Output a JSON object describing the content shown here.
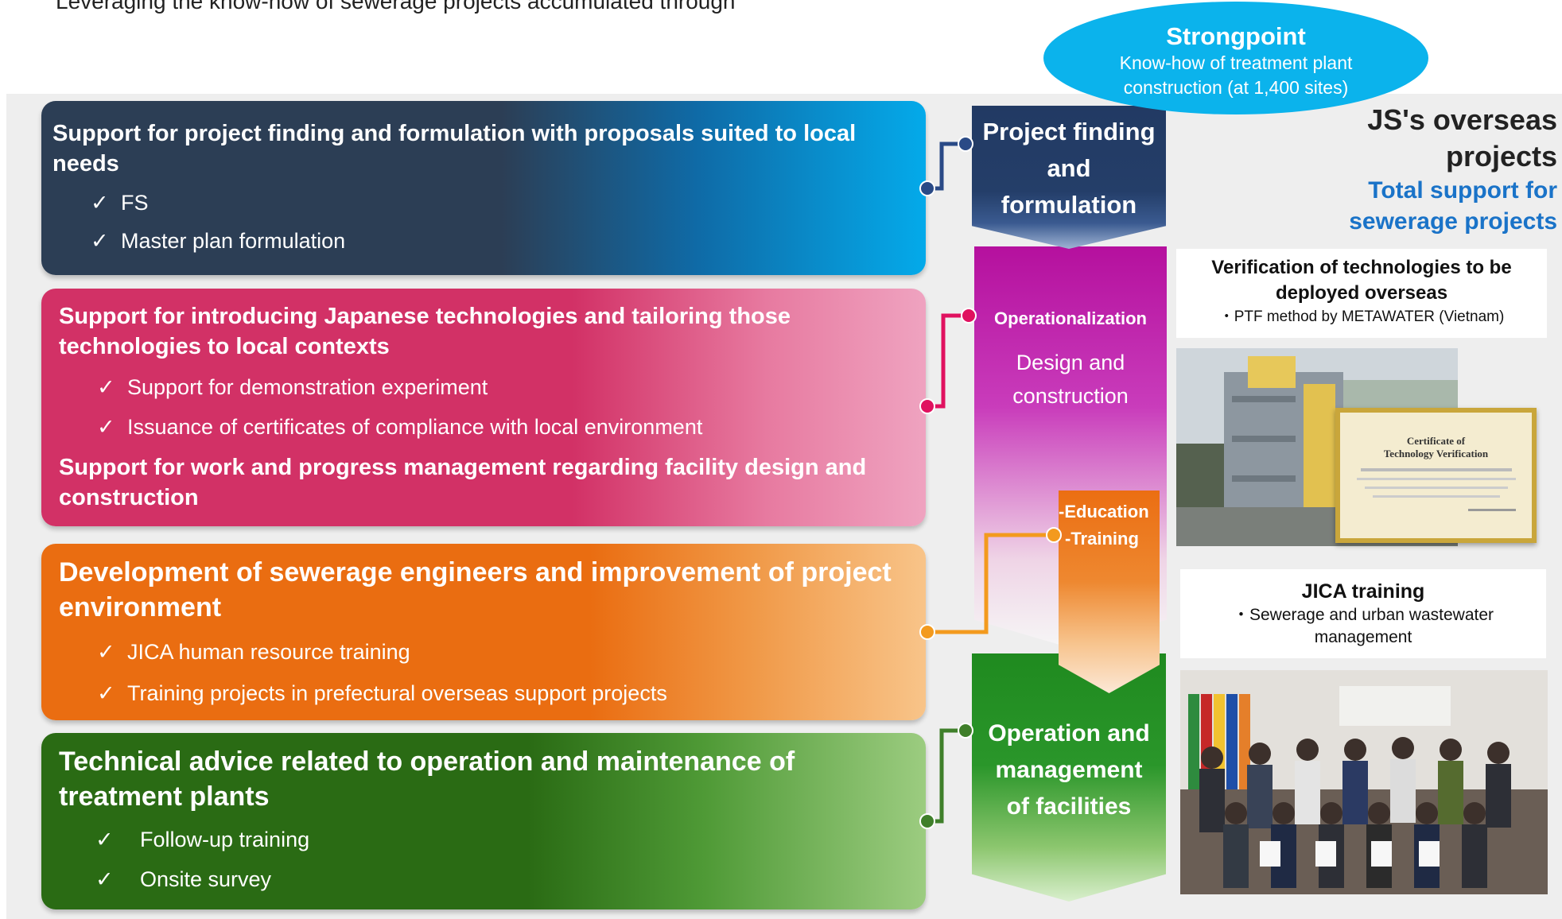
{
  "header": {
    "partial_text": "Leveraging the know-how of sewerage projects accumulated through"
  },
  "strongpoint": {
    "title": "Strongpoint",
    "line1": "Know-how of treatment plant",
    "line2": "construction (at 1,400 sites)"
  },
  "js_overseas": {
    "title_line1": "JS's overseas",
    "title_line2": "projects",
    "sub_line1": "Total support for",
    "sub_line2": "sewerage projects"
  },
  "check_mark": "✓",
  "cards": {
    "project_finding": {
      "heading": "Support for project finding and formulation with proposals suited to local needs",
      "items": [
        "FS",
        "Master plan formulation"
      ],
      "color": "#2c3e55"
    },
    "technologies": {
      "heading": "Support for introducing Japanese technologies and tailoring those technologies to local contexts",
      "items": [
        "Support for demonstration experiment",
        "Issuance of certificates of compliance with local environment"
      ],
      "heading2": "Support for work and progress management regarding facility design and construction",
      "color": "#d23166"
    },
    "engineers": {
      "heading": "Development of sewerage engineers and improvement of project environment",
      "items": [
        "JICA human resource training",
        "Training projects in prefectural overseas support projects"
      ],
      "color": "#ea6d11"
    },
    "advice": {
      "heading": "Technical advice related to operation and maintenance of treatment plants",
      "items": [
        "Follow-up training",
        "Onsite survey"
      ],
      "color": "#2a6b14"
    }
  },
  "stages": {
    "s1": {
      "line1": "Project finding",
      "line2": "and",
      "line3": "formulation"
    },
    "s2": {
      "title": "Operationalization",
      "line1": "Design and",
      "line2": "construction"
    },
    "s3": {
      "line1": "-Education",
      "line2": "-Training"
    },
    "s4": {
      "line1": "Operation and",
      "line2": "management",
      "line3": "of facilities"
    }
  },
  "verification": {
    "title_line1": "Verification of technologies to be",
    "title_line2": "deployed overseas",
    "text": "・PTF method by METAWATER (Vietnam)"
  },
  "certificate": {
    "title_line1": "Certificate of",
    "title_line2": "Technology Verification"
  },
  "jica": {
    "title": "JICA training",
    "line1": "・Sewerage and urban wastewater",
    "line2": "management"
  }
}
